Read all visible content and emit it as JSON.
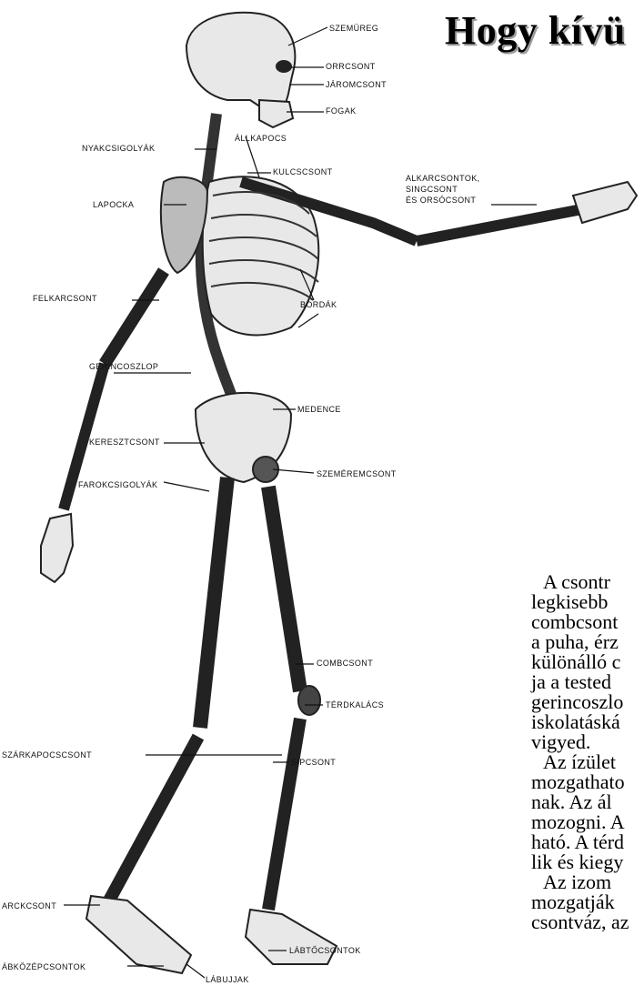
{
  "title": "Hogy kívü",
  "labels": {
    "szemureg": "SZEMÜREG",
    "orrcsont": "ORRCSONT",
    "jaromcsont": "JÁROMCSONT",
    "fogak": "FOGAK",
    "nyakcsigolyak": "NYAKCSIGOLYÁK",
    "allkapocs": "ÁLLKAPOCS",
    "kulcscsont": "KULCSCSONT",
    "alkarcsontok": [
      "ALKARCSONTOK,",
      "SINGCSONT",
      "ÉS ORSÓCSONT"
    ],
    "lapocka": "LAPOCKA",
    "felkarcsont": "FELKARCSONT",
    "bordak": "BORDÁK",
    "gerincoszlop": "GERINCOSZLOP",
    "medence": "MEDENCE",
    "kereszcsont": "KERESZTCSONT",
    "farokcsigolyak": "FAROKCSIGOLYÁK",
    "szemeremcsont": "SZEMÉREMCSONT",
    "combcsont": "COMBCSONT",
    "terdkalacs": "TÉRDKALÁCS",
    "szarkapocscsont": "SZÁRKAPOCSCSONT",
    "sipcsont": "SÍPCSONT",
    "karcsont": "ARCKCSONT",
    "labtocsontok": "LÁBTŐCSONTOK",
    "labkozepcsontok": "ÁBKÖZÉPCSONTOK",
    "labujjak": "LÁBUJJAK"
  },
  "paragraph": [
    "A csontr",
    "legkisebb",
    "combcsont",
    "a puha, érz",
    "különálló c",
    "ja a tested",
    "gerincoszlo",
    "iskolatáská",
    "vigyed.",
    "Az ízület",
    "mozgathato",
    "nak. Az ál",
    "mozogni. A",
    "ható. A térd",
    "lik és kiegy",
    "Az izom",
    "mozgatják",
    "csontváz, az"
  ]
}
